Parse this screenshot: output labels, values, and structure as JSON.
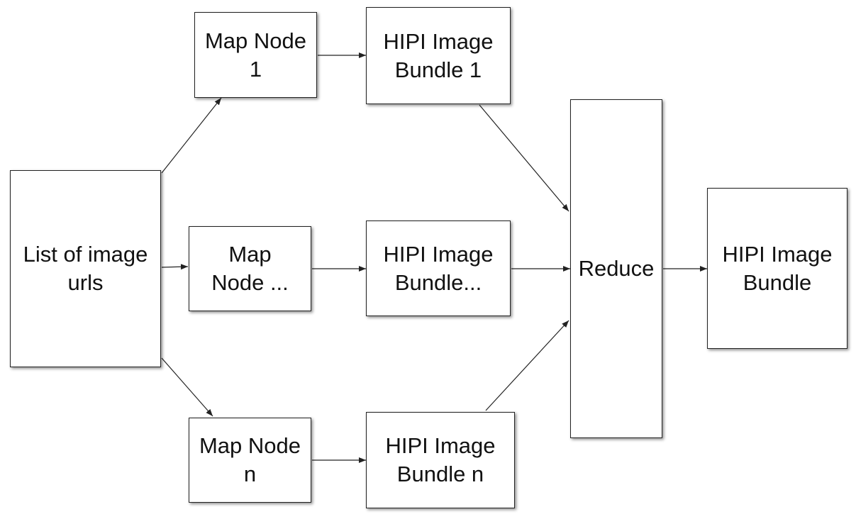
{
  "nodes": {
    "list_of_image_urls": "List of image\nurls",
    "map_node_1": "Map Node\n1",
    "map_node_mid": "Map\nNode ...",
    "map_node_n": "Map Node\nn",
    "bundle_1": "HIPI Image\nBundle 1",
    "bundle_mid": "HIPI Image\nBundle...",
    "bundle_n": "HIPI Image\nBundle n",
    "reduce": "Reduce",
    "output_bundle": "HIPI Image\nBundle"
  },
  "edges": [
    {
      "from": "list_of_image_urls",
      "to": "map_node_1"
    },
    {
      "from": "list_of_image_urls",
      "to": "map_node_mid"
    },
    {
      "from": "list_of_image_urls",
      "to": "map_node_n"
    },
    {
      "from": "map_node_1",
      "to": "bundle_1"
    },
    {
      "from": "map_node_mid",
      "to": "bundle_mid"
    },
    {
      "from": "map_node_n",
      "to": "bundle_n"
    },
    {
      "from": "bundle_1",
      "to": "reduce"
    },
    {
      "from": "bundle_mid",
      "to": "reduce"
    },
    {
      "from": "bundle_n",
      "to": "reduce"
    },
    {
      "from": "reduce",
      "to": "output_bundle"
    }
  ],
  "colors": {
    "stroke": "#222222",
    "background": "#ffffff"
  }
}
